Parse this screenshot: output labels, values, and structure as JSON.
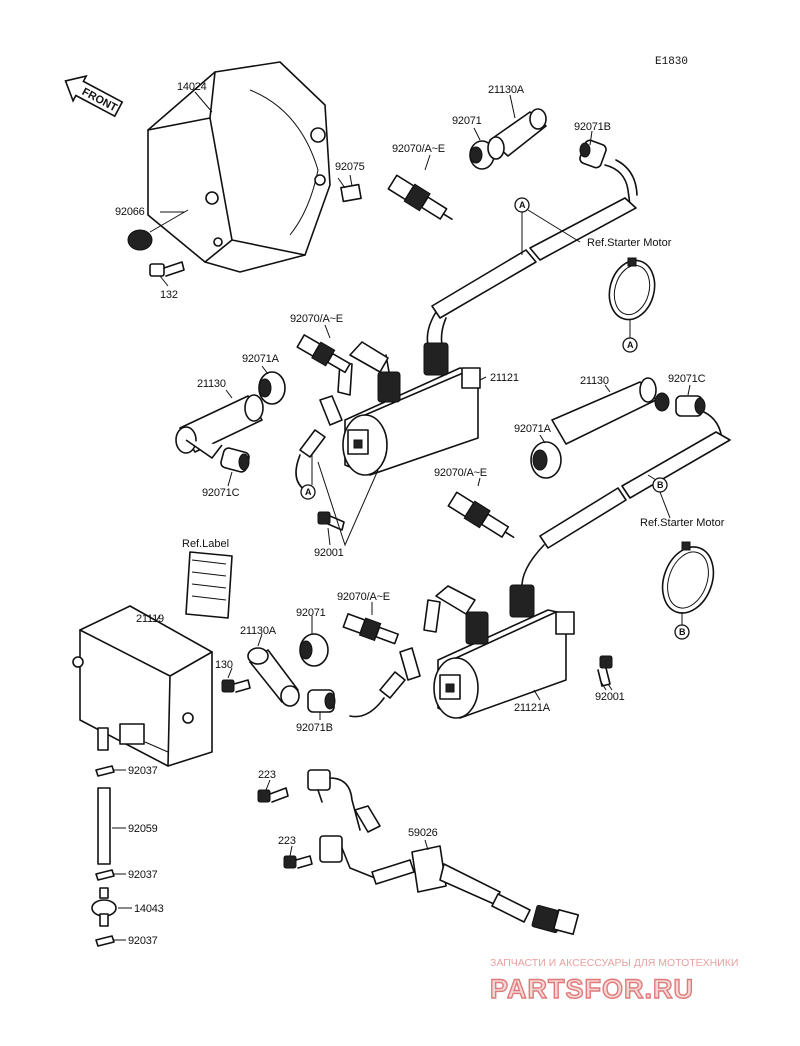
{
  "diagram_code": "E1830",
  "front_label": "FRONT",
  "parts": {
    "p14024": "14024",
    "p92066": "92066",
    "p132": "132",
    "p92075": "92075",
    "p92070_top": "92070/A~E",
    "p92071_top": "92071",
    "p21130A_top": "21130A",
    "p92071B_top": "92071B",
    "p92070_mid": "92070/A~E",
    "p92071A_left": "92071A",
    "p21130_left": "21130",
    "p92071C_left": "92071C",
    "p21121": "21121",
    "p92001_left": "92001",
    "p21130_right": "21130",
    "p92071C_right": "92071C",
    "p92071A_right": "92071A",
    "p92070_right": "92070/A~E",
    "p21119": "21119",
    "p130": "130",
    "p92071_bot": "92071",
    "p92070_bot": "92070/A~E",
    "p21130A_bot": "21130A",
    "p92071B_bot": "92071B",
    "p21121A": "21121A",
    "p92001_right": "92001",
    "p92037_a": "92037",
    "p92059": "92059",
    "p92037_b": "92037",
    "p14043": "14043",
    "p92037_c": "92037",
    "p223_a": "223",
    "p223_b": "223",
    "p59026": "59026"
  },
  "refs": {
    "starter_top": "Ref.Starter Motor",
    "starter_bottom": "Ref.Starter Motor",
    "label": "Ref.Label"
  },
  "markers": {
    "a": "A",
    "b": "B"
  },
  "watermark": {
    "line1": "ЗАПЧАСТИ И АКСЕССУАРЫ ДЛЯ МОТОТЕХНИКИ",
    "line2": "PARTSFOR.RU",
    "color": "#e07a7a"
  }
}
